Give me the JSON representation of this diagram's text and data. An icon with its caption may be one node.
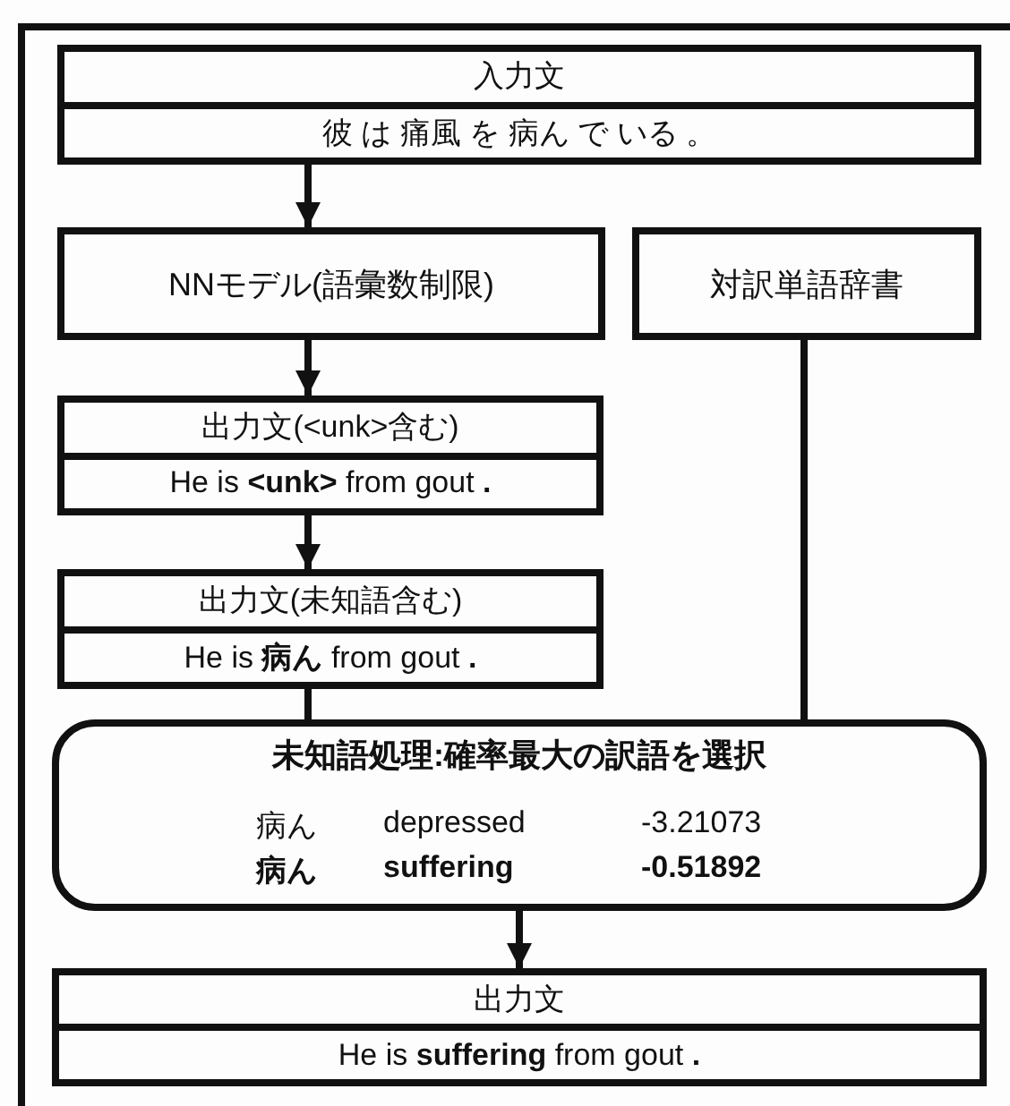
{
  "diagram": {
    "nodes": [
      {
        "text": [
          "入力文",
          "彼 は 痛風 を 病ん で いる 。"
        ]
      },
      {
        "text": [
          "NNモデル(語彙数制限)"
        ]
      },
      {
        "text": [
          "対訳単語辞書"
        ]
      },
      {
        "text": [
          "出力文(<unk>含む)",
          "He is **<unk>** from gout **.**"
        ]
      },
      {
        "text": [
          "出力文(未知語含む)",
          "He is **病ん** from gout **.**"
        ]
      },
      {
        "text": [
          "未知語処理:確率最大の訳語を選択",
          "病ん",
          "depressed",
          "-3.21073",
          "病ん",
          "suffering",
          "-0.51892"
        ]
      },
      {
        "text": [
          "出力文",
          "He is **suffering** from gout **.**"
        ]
      }
    ],
    "edges": [
      {
        "from": 0,
        "to": 1,
        "arrow": "to"
      },
      {
        "from": 1,
        "to": 3,
        "arrow": "to"
      },
      {
        "from": 3,
        "to": 4,
        "arrow": "to"
      },
      {
        "from": 4,
        "to": 5,
        "arrow": "none"
      },
      {
        "from": 2,
        "to": 5,
        "arrow": "none"
      },
      {
        "from": 5,
        "to": 6,
        "arrow": "to"
      }
    ]
  }
}
